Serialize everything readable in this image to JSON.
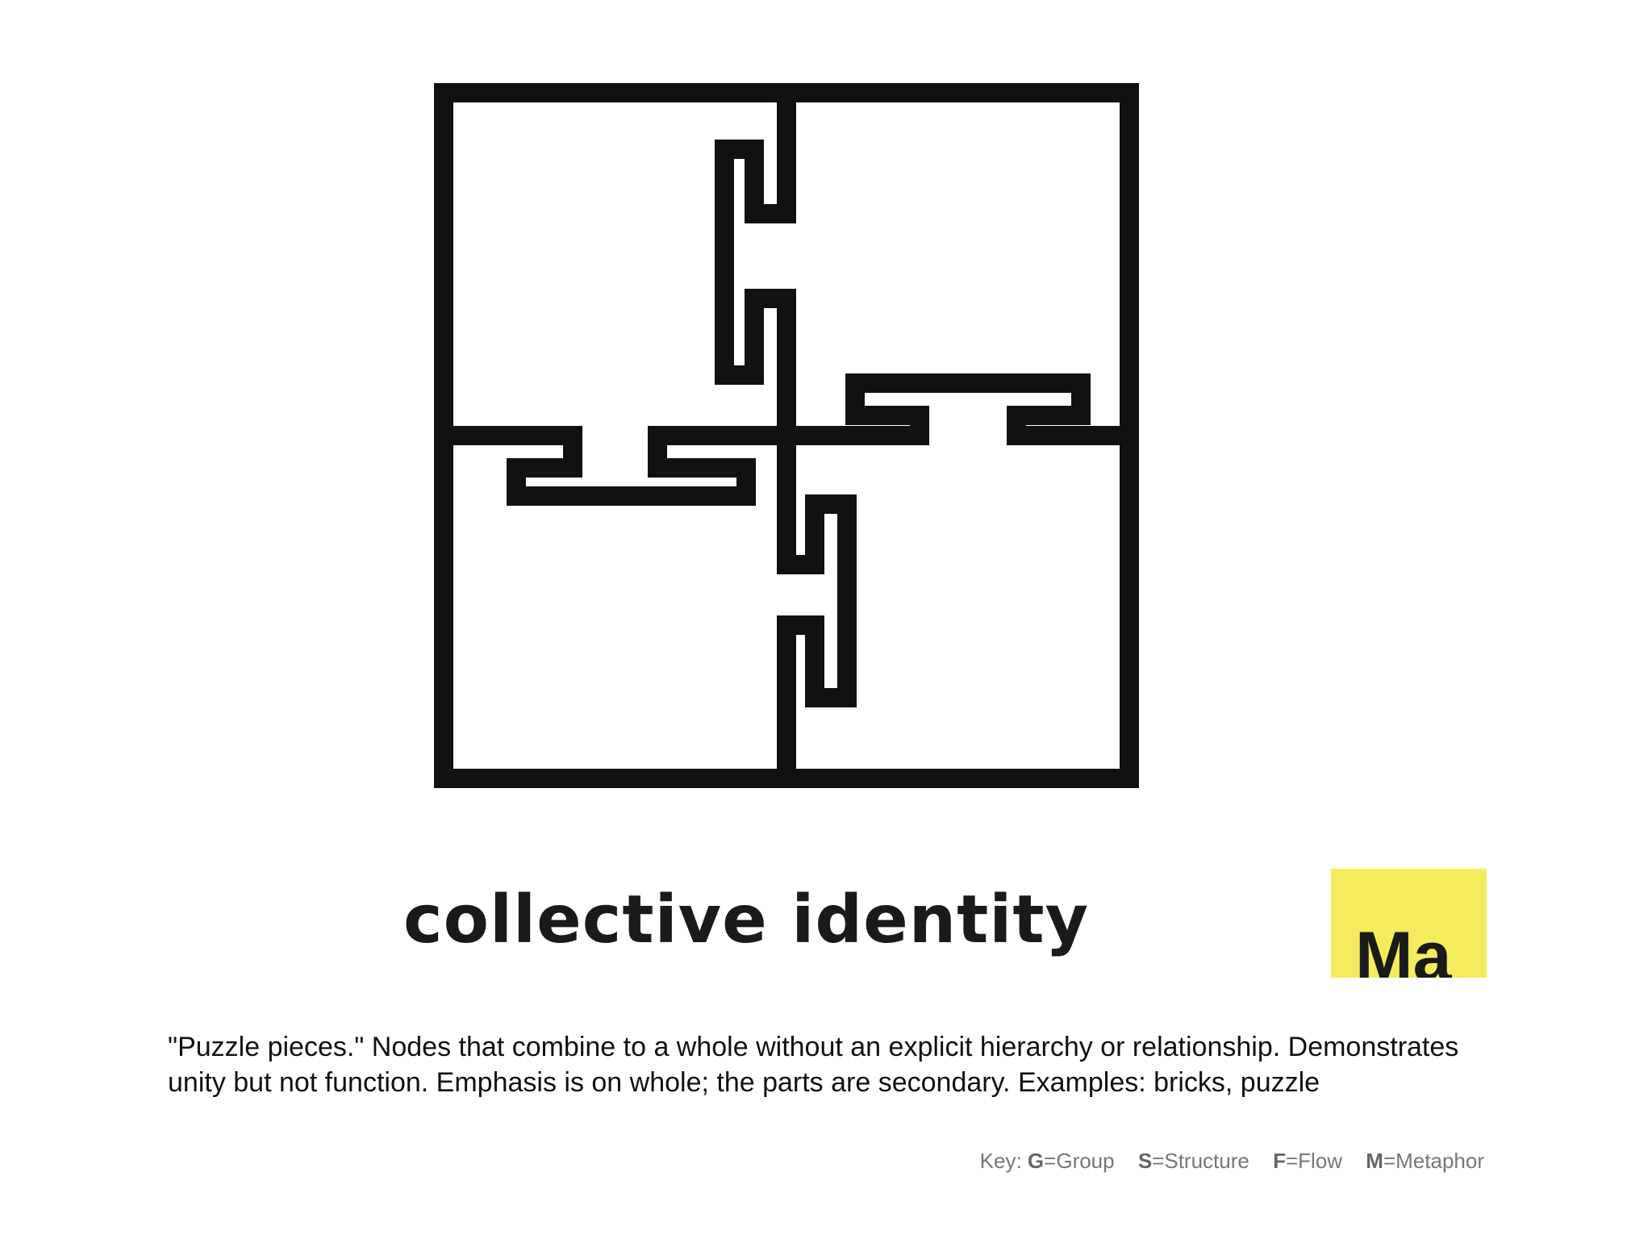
{
  "title": "collective identity",
  "badge": {
    "text": "Ma",
    "color": "#f4ec5c"
  },
  "description": "\"Puzzle pieces.\" Nodes that combine to a whole without an explicit hierarchy or relationship. Demonstrates unity but not function. Emphasis is on whole; the parts are secondary. Examples: bricks, puzzle",
  "key": {
    "label": "Key:",
    "items": [
      {
        "letter": "G",
        "meaning": "=Group"
      },
      {
        "letter": "S",
        "meaning": "=Structure"
      },
      {
        "letter": "F",
        "meaning": "=Flow"
      },
      {
        "letter": "M",
        "meaning": "=Metaphor"
      }
    ]
  },
  "illustration": {
    "icon": "interlocking-puzzle-squares-icon"
  }
}
